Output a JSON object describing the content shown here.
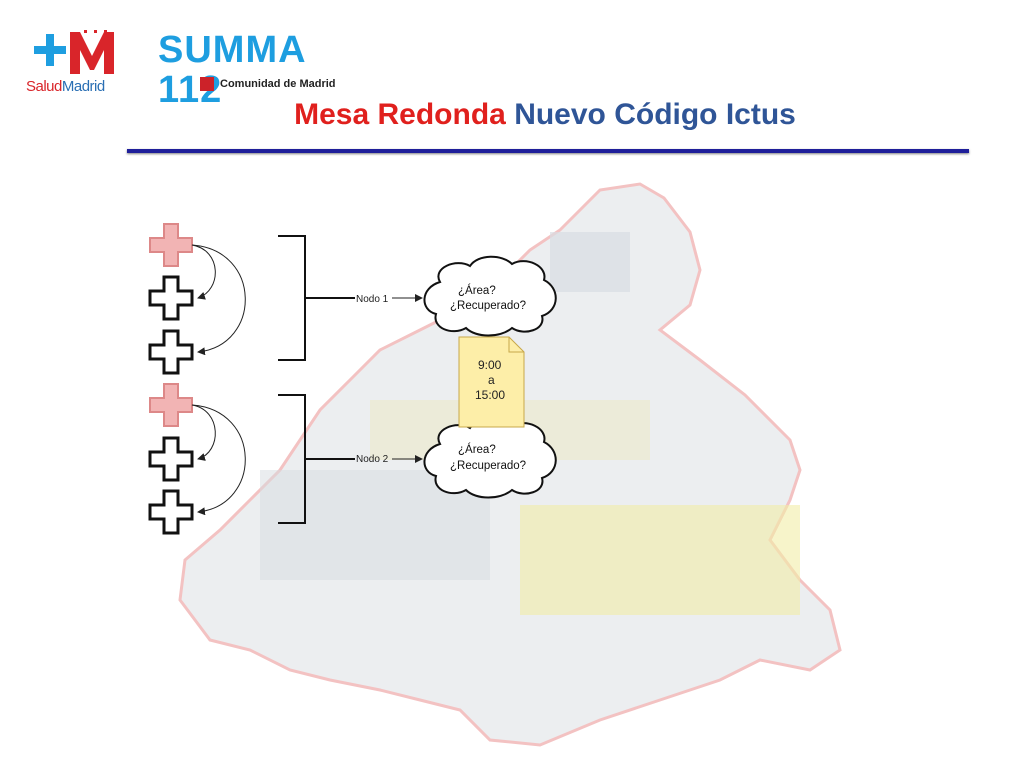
{
  "header": {
    "brand_name": "SUMMA 112",
    "salud": "Salud",
    "madrid": "Madrid",
    "comunidad": "Comunidad de Madrid",
    "brand_color": "#1e9ee0",
    "accent_red": "#d9252a"
  },
  "title": {
    "part1": "Mesa Redonda",
    "part2": "Nuevo Código Ictus"
  },
  "diagram": {
    "nodes": [
      {
        "label": "Nodo 1",
        "cloud_line1": "¿Área?",
        "cloud_line2": "¿Recuperado?"
      },
      {
        "label": "Nodo 2",
        "cloud_line1": "¿Área?",
        "cloud_line2": "¿Recuperado?"
      }
    ],
    "schedule_note": {
      "line1": "9:00",
      "line2": "a",
      "line3": "15:00"
    },
    "colors": {
      "highlight_cross": "#f2b4b4",
      "note_fill": "#fdeea8"
    }
  }
}
